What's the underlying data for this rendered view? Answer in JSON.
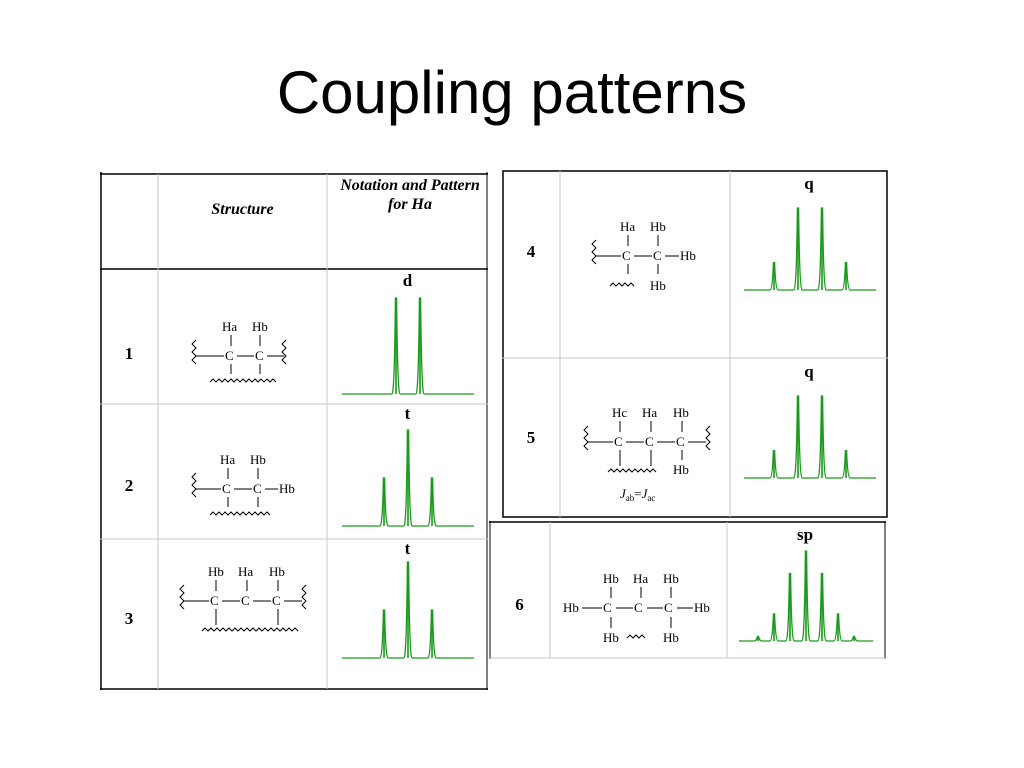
{
  "slide": {
    "title": "Coupling patterns"
  },
  "left_table": {
    "headers": {
      "number": "",
      "structure": "Structure",
      "notation": "Notation and Pattern for Ha"
    },
    "rows": [
      {
        "number": "1",
        "notation": "d",
        "structure_labels": [
          "Ha",
          "Hb",
          "C",
          "C"
        ]
      },
      {
        "number": "2",
        "notation": "t",
        "structure_labels": [
          "Ha",
          "Hb",
          "C",
          "C",
          "Hb"
        ]
      },
      {
        "number": "3",
        "notation": "t",
        "structure_labels": [
          "Hb",
          "Ha",
          "Hb",
          "C",
          "C",
          "C"
        ]
      }
    ]
  },
  "right_table": {
    "rows": [
      {
        "number": "4",
        "notation": "q",
        "structure_labels": [
          "Ha",
          "Hb",
          "C",
          "C",
          "Hb",
          "Hb"
        ]
      },
      {
        "number": "5",
        "notation": "q",
        "structure_labels": [
          "Hc",
          "Ha",
          "Hb",
          "C",
          "C",
          "C",
          "Hb"
        ],
        "caption_parts": [
          "J",
          "ab",
          "=",
          "J",
          "ac"
        ]
      }
    ]
  },
  "bottom_table": {
    "rows": [
      {
        "number": "6",
        "notation": "sp",
        "structure_labels": [
          "Hb",
          "Ha",
          "Hb",
          "Hb",
          "C",
          "C",
          "C",
          "Hb",
          "Hb",
          "Hb"
        ]
      }
    ]
  },
  "spectra": [
    {
      "name": "doublet",
      "relative_intensities": [
        1,
        1
      ]
    },
    {
      "name": "triplet",
      "relative_intensities": [
        1,
        2,
        1
      ]
    },
    {
      "name": "triplet",
      "relative_intensities": [
        1,
        2,
        1
      ]
    },
    {
      "name": "quartet",
      "relative_intensities": [
        1,
        3,
        3,
        1
      ]
    },
    {
      "name": "quartet",
      "relative_intensities": [
        1,
        3,
        3,
        1
      ]
    },
    {
      "name": "septet",
      "relative_intensities": [
        1,
        6,
        15,
        20,
        15,
        6,
        1
      ]
    }
  ],
  "colors": {
    "spectrum_line": "#1a9a1a",
    "table_border": "#000000",
    "grid": "#c8c8c8"
  }
}
